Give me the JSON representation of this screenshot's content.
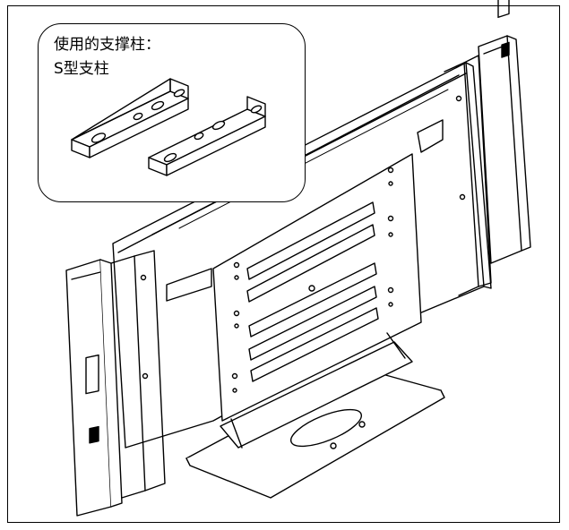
{
  "callout": {
    "title": "使用的支撑柱：",
    "subtitle": "S型支柱"
  },
  "colors": {
    "line": "#000000",
    "background": "#ffffff",
    "shade": "#d9d9d9"
  },
  "icons": [
    "s-type-support-post-icon",
    "tv-with-speakers-illustration"
  ]
}
